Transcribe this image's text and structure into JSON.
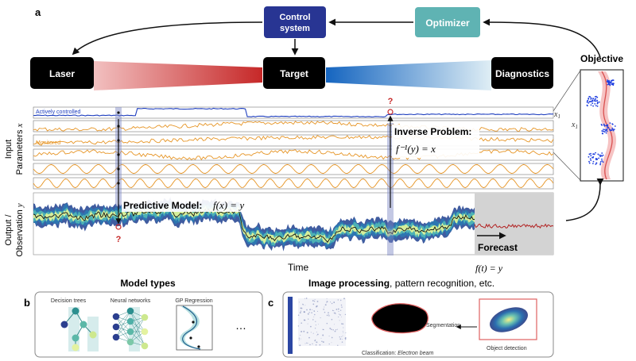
{
  "panel_a": {
    "label": "a",
    "control_system": "Control\nsystem",
    "optimizer": "Optimizer",
    "laser": "Laser",
    "target": "Target",
    "diagnostics": "Diagnostics",
    "objective": "Objective",
    "x1_label": "x₁",
    "y_axis_input": "Input",
    "y_axis_params": "Parameters x",
    "y_axis_output": "Output /",
    "y_axis_obs": "Observation y",
    "actively_controlled": "Actively controlled",
    "monitored": "Monitored",
    "inverse_problem": "Inverse Problem:",
    "inverse_formula": "f⁻¹(y) = x",
    "predictive_model": "Predictive Model:",
    "predictive_formula": "f(x) = y",
    "forecast": "Forecast",
    "forecast_formula": "f(t) = y",
    "time": "Time",
    "question": "?"
  },
  "panel_b": {
    "label": "b",
    "title": "Model types",
    "decision_trees": "Decision trees",
    "neural_networks": "Neural networks",
    "gp_regression": "GP Regression",
    "ellipsis": "…"
  },
  "panel_c": {
    "label": "c",
    "title_bold": "Image processing",
    "title_rest": ", pattern recognition, etc.",
    "segmentation": "Segmentation",
    "classification_prefix": "Classification: ",
    "classification_italic": "Electron beam",
    "object_detection": "Object detection"
  },
  "colors": {
    "control_box": "#283593",
    "optimizer_box": "#5fb3b3",
    "laser_beam": "#c62828",
    "diag_beam": "#1565c0",
    "monitored": "#e69526",
    "active": "#1f3fbf"
  }
}
